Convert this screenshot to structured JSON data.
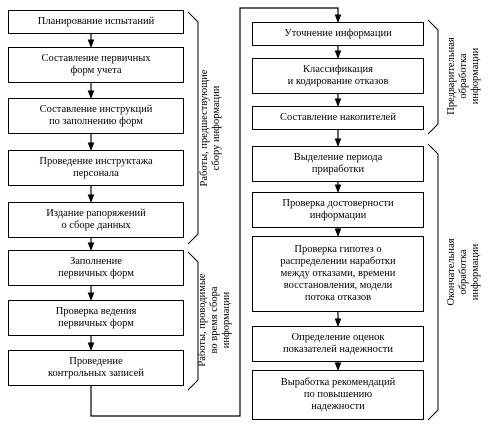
{
  "left_column": {
    "boxes": [
      "Планирование испытаний",
      "Составление первичных\nформ учета",
      "Составление инструкций\nпо заполнению форм",
      "Проведение инструктажа\nперсонала",
      "Издание рапоряжений\nо сборе данных",
      "Заполнение\nпервичных форм",
      "Проверка ведения\nпервичных форм",
      "Проведение\nконтрольных записей"
    ]
  },
  "right_column": {
    "boxes": [
      "Уточнение информации",
      "Классификация\nи кодирование отказов",
      "Составление накопителей",
      "Выделение периода\nприработки",
      "Проверка достоверности\nинформации",
      "Проверка гипотез о\nраспределении наработки\nмежду отказами, времени\nвосстановления, модели\nпотока отказов",
      "Определение оценок\nпоказателей надежности",
      "Выработка рекомендаций\nпо повышению\nнадежности"
    ]
  },
  "group_labels": {
    "before_collection": "Работы, предшествующие\nсбору информации",
    "during_collection": "Работы, проводимые\nво время сбора\nинформации",
    "preliminary": "Предварительная\nобработка\nинформации",
    "final": "Окончательная\nобработка\nинформации"
  }
}
